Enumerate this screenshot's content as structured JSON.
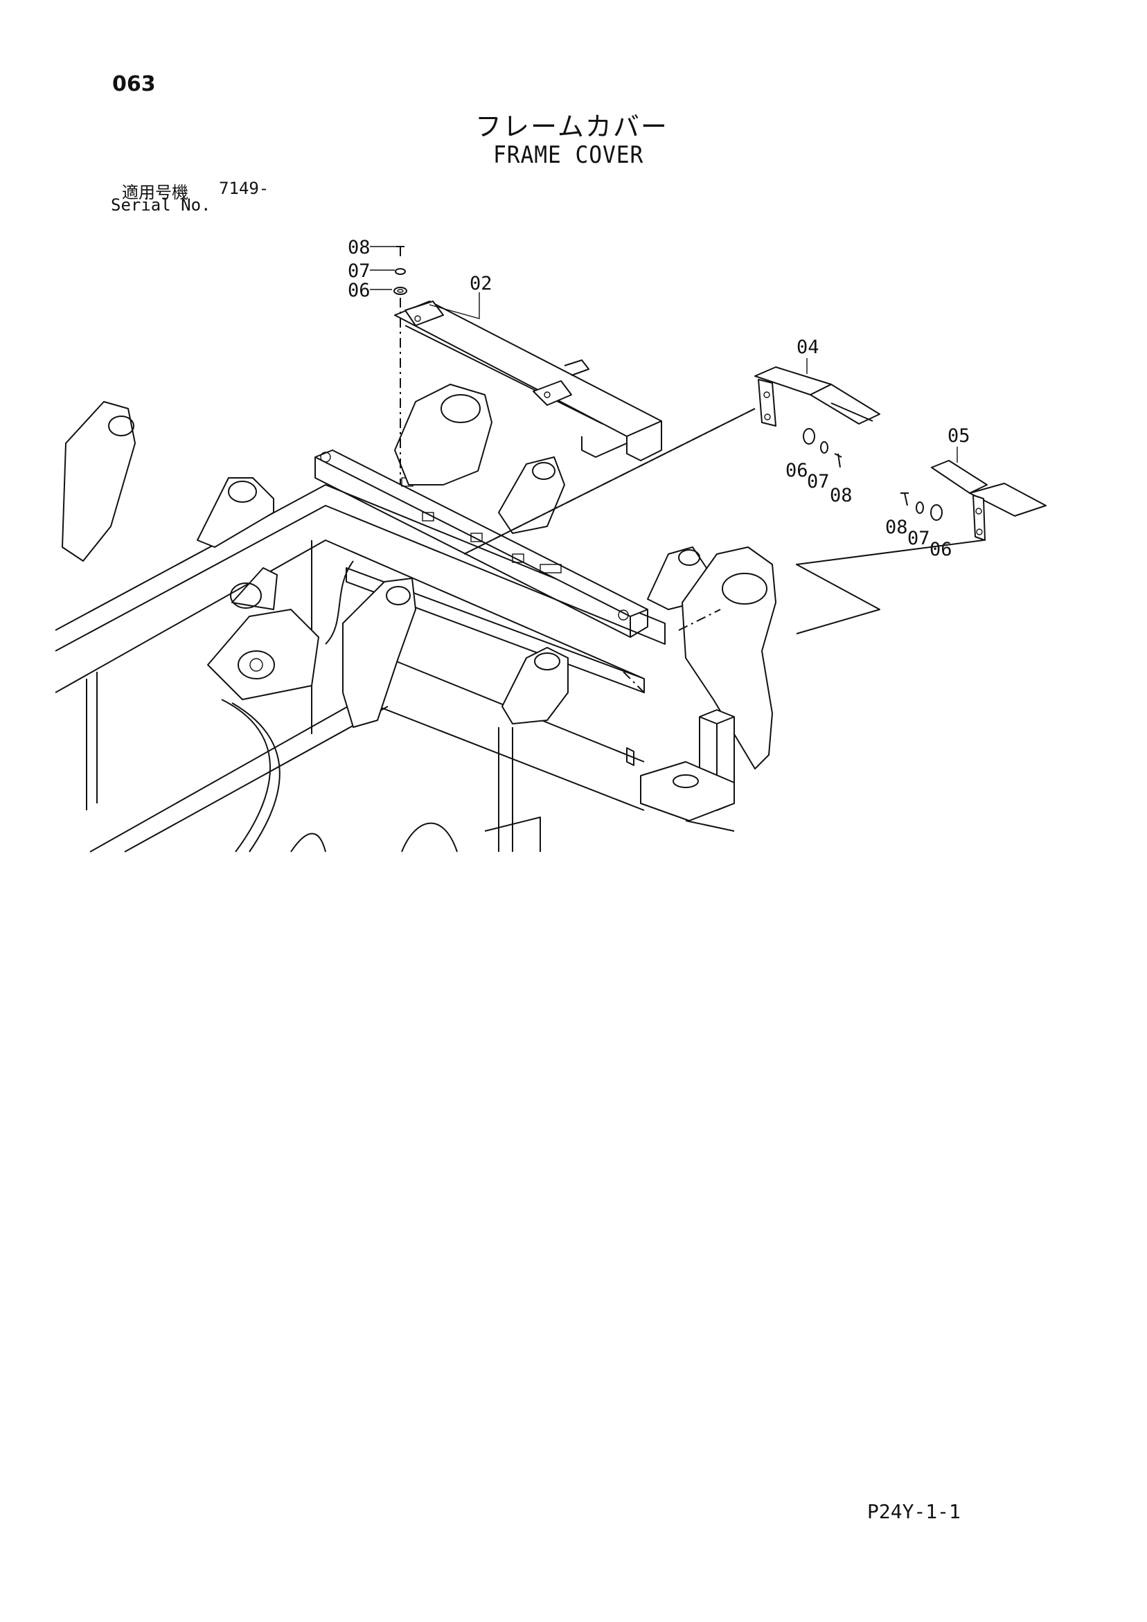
{
  "header": {
    "page_number": "063",
    "title_jp": "フレームカバー",
    "title_en": "FRAME COVER",
    "serial_label_jp": "適用号機",
    "serial_value": "7149-",
    "serial_label_en": "Serial No."
  },
  "callouts": [
    {
      "id": "c08a",
      "text": "08"
    },
    {
      "id": "c07a",
      "text": "07"
    },
    {
      "id": "c06a",
      "text": "06"
    },
    {
      "id": "c02",
      "text": "02"
    },
    {
      "id": "c04",
      "text": "04"
    },
    {
      "id": "c06b",
      "text": "06"
    },
    {
      "id": "c07b",
      "text": "07"
    },
    {
      "id": "c08b",
      "text": "08"
    },
    {
      "id": "c05",
      "text": "05"
    },
    {
      "id": "c08c",
      "text": "08"
    },
    {
      "id": "c07c",
      "text": "07"
    },
    {
      "id": "c06c",
      "text": "06"
    }
  ],
  "footer": {
    "page_code": "P24Y-1-1"
  }
}
